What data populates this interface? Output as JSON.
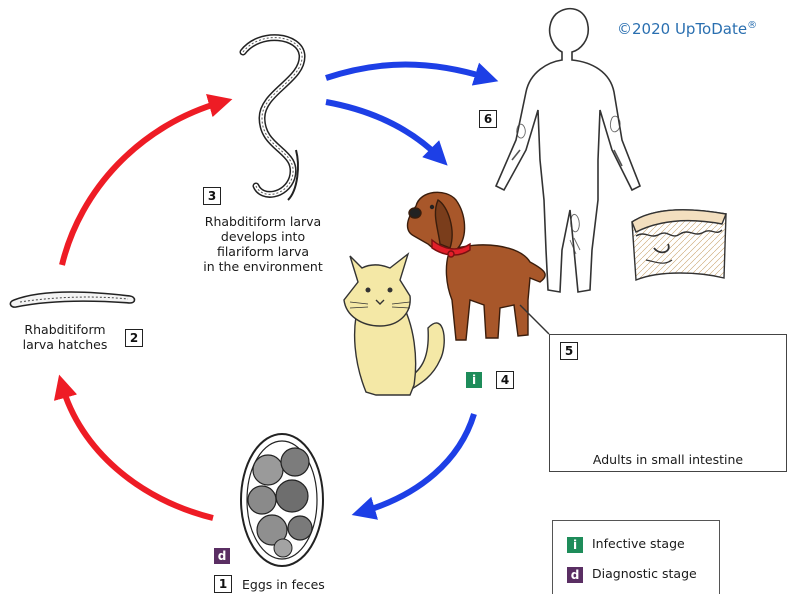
{
  "copyright": {
    "text": "©2020 UpToDate",
    "mark": "®"
  },
  "stages": {
    "s1": {
      "number": "1",
      "label": "Eggs in feces",
      "badge": "d"
    },
    "s2": {
      "number": "2",
      "label_lines": [
        "Rhabditiform",
        "larva hatches"
      ]
    },
    "s3": {
      "number": "3",
      "label_lines": [
        "Rhabditiform larva",
        "develops into",
        "filariform larva",
        "in the environment"
      ]
    },
    "s4": {
      "number": "4",
      "badge": "i"
    },
    "s5": {
      "number": "5",
      "label": "Adults in small intestine"
    },
    "s6": {
      "number": "6"
    }
  },
  "legend": {
    "infective": {
      "badge": "i",
      "label": "Infective stage",
      "color": "#1e8c5a"
    },
    "diagnostic": {
      "badge": "d",
      "label": "Diagnostic stage",
      "color": "#5a2e63"
    }
  },
  "arrow_colors": {
    "environment": "#ee1c25",
    "host": "#1d3fe6"
  }
}
